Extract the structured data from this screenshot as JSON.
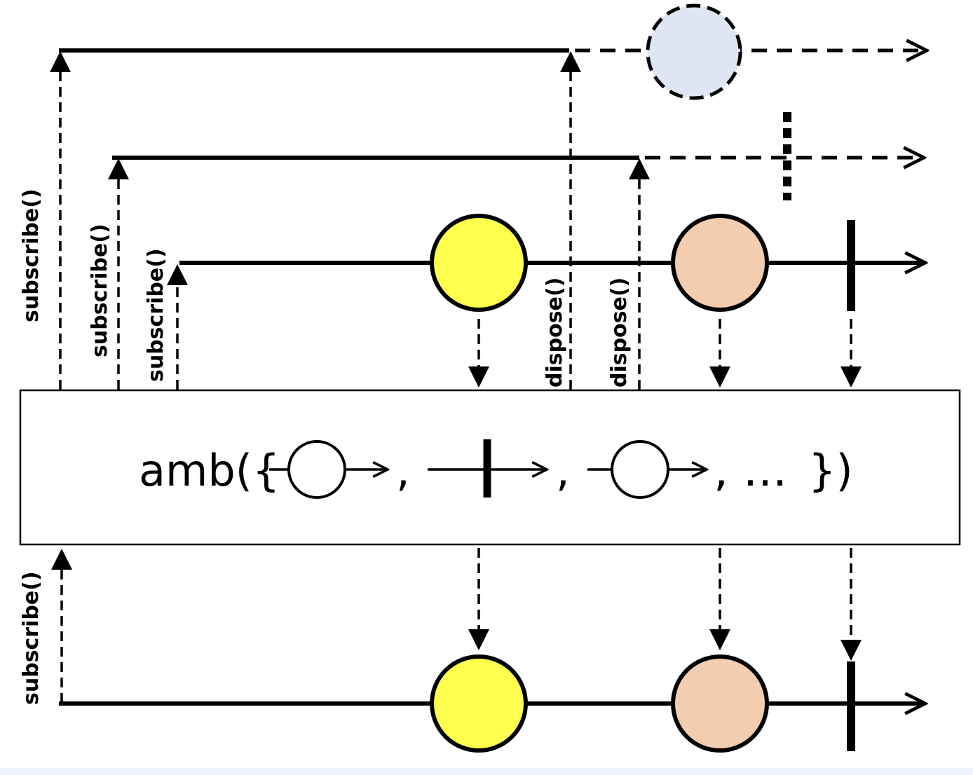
{
  "colors": {
    "line": "#000000",
    "marble_yellow": "#ffff4d",
    "marble_peach": "#f3cdb0",
    "marble_ghost": "#dfe5f2",
    "operator_box": "#ffffff",
    "strip": "#eef3fb"
  },
  "labels": {
    "subscribe": "subscribe()",
    "dispose": "dispose()"
  },
  "operator": {
    "prefix": "amb({",
    "sep": ",",
    "ellipsis": ", ...",
    "suffix": "})"
  }
}
